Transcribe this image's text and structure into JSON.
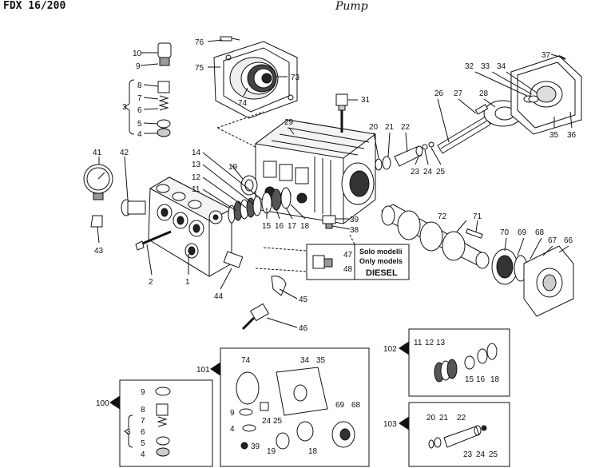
{
  "header": {
    "model": "FDX 16/200",
    "title": "Pump"
  },
  "note": {
    "line1": "Solo modelli",
    "line2": "Only models",
    "line3": "DIESEL"
  },
  "kits": {
    "k100": "100",
    "k101": "101",
    "k102": "102",
    "k103": "103"
  },
  "parts": {
    "p1": "1",
    "p2": "2",
    "p3": "3",
    "p4": "4",
    "p5": "5",
    "p6": "6",
    "p7": "7",
    "p8": "8",
    "p9": "9",
    "p10": "10",
    "p11": "11",
    "p12": "12",
    "p13": "13",
    "p14": "14",
    "p15": "15",
    "p16": "16",
    "p17": "17",
    "p18": "18",
    "p19": "19",
    "p20": "20",
    "p21": "21",
    "p22": "22",
    "p23": "23",
    "p24": "24",
    "p25": "25",
    "p26": "26",
    "p27": "27",
    "p28": "28",
    "p29": "29",
    "p31": "31",
    "p32": "32",
    "p33": "33",
    "p34": "34",
    "p35": "35",
    "p36": "36",
    "p37": "37",
    "p38": "38",
    "p39": "39",
    "p41": "41",
    "p42": "42",
    "p43": "43",
    "p44": "44",
    "p45": "45",
    "p46": "46",
    "p47": "47",
    "p48": "48",
    "p66": "66",
    "p67": "67",
    "p68": "68",
    "p69": "69",
    "p70": "70",
    "p71": "71",
    "p72": "72",
    "p73": "73",
    "p74": "74",
    "p75": "75",
    "p76": "76"
  }
}
